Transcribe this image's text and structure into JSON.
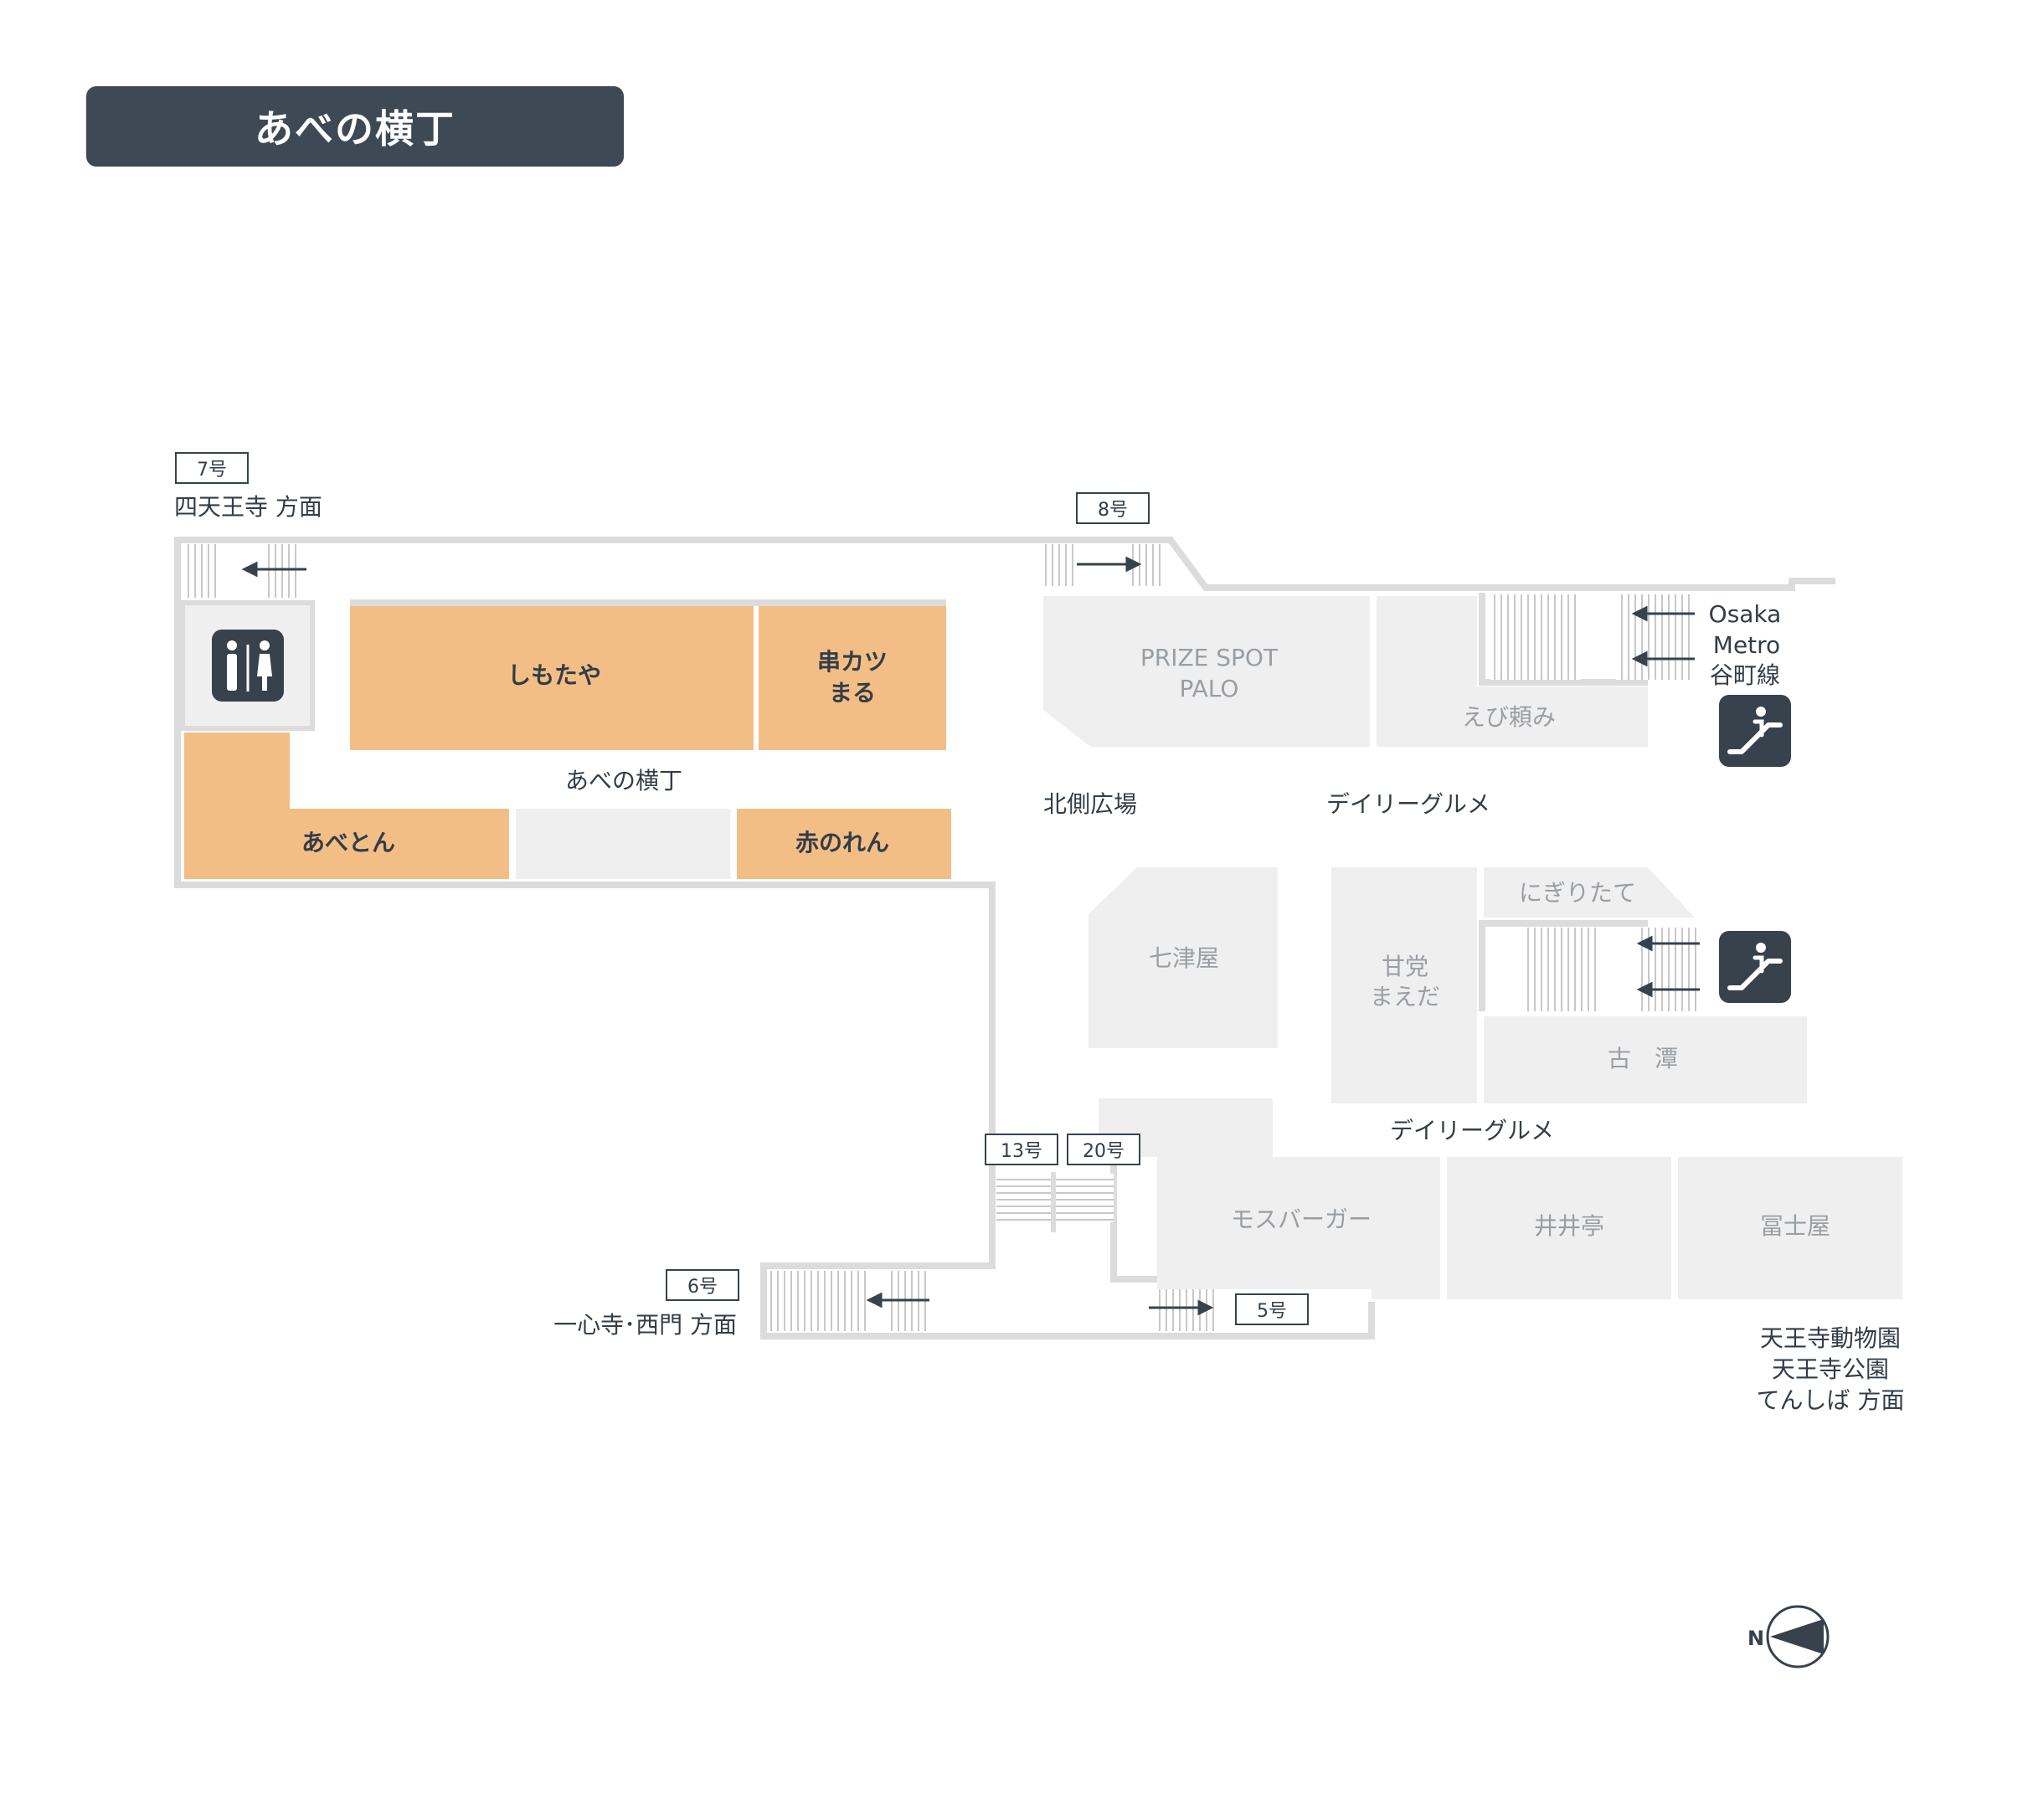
{
  "header": {
    "title": "あべの横丁"
  },
  "colors": {
    "header_bg": "#3d4a55",
    "featured_store": "#f2be86",
    "other_store": "#efefef",
    "corridor": "#dcdcdc",
    "icon_bg": "#37424c"
  },
  "icons": {
    "restroom": "restroom-icon",
    "escalator": "escalator-icon",
    "compass": "north-compass-icon"
  },
  "compass": {
    "label": "N"
  },
  "exits": {
    "e7": {
      "number": "7号",
      "dest": "四天王寺 方面"
    },
    "e8": {
      "number": "8号"
    },
    "e6": {
      "number": "6号",
      "dest": "一心寺･西門 方面"
    },
    "e13": {
      "number": "13号"
    },
    "e20": {
      "number": "20号"
    },
    "e5": {
      "number": "5号"
    }
  },
  "metro": {
    "line1": "Osaka",
    "line2": "Metro",
    "line3": "谷町線"
  },
  "destination_se": {
    "line1": "天王寺動物園",
    "line2": "天王寺公園",
    "line3": "てんしば 方面"
  },
  "areas": {
    "yokocho": "あべの横丁",
    "north_plaza": "北側広場",
    "daily1": "デイリーグルメ",
    "daily2": "デイリーグルメ"
  },
  "stores": {
    "shimotaya": "しもたや",
    "kushikatsu_l1": "串カツ",
    "kushikatsu_l2": "まる",
    "abeton": "あべとん",
    "akanoren": "赤のれん",
    "prize_l1": "PRIZE SPOT",
    "prize_l2": "PALO",
    "ebi": "えび頼み",
    "nanatsu": "七津屋",
    "nigiri": "にぎりたて",
    "amato_l1": "甘党",
    "amato_l2": "まえだ",
    "kotan": "古　潭",
    "mos": "モスバーガー",
    "iitei": "井井亭",
    "fujiya": "冨士屋"
  }
}
